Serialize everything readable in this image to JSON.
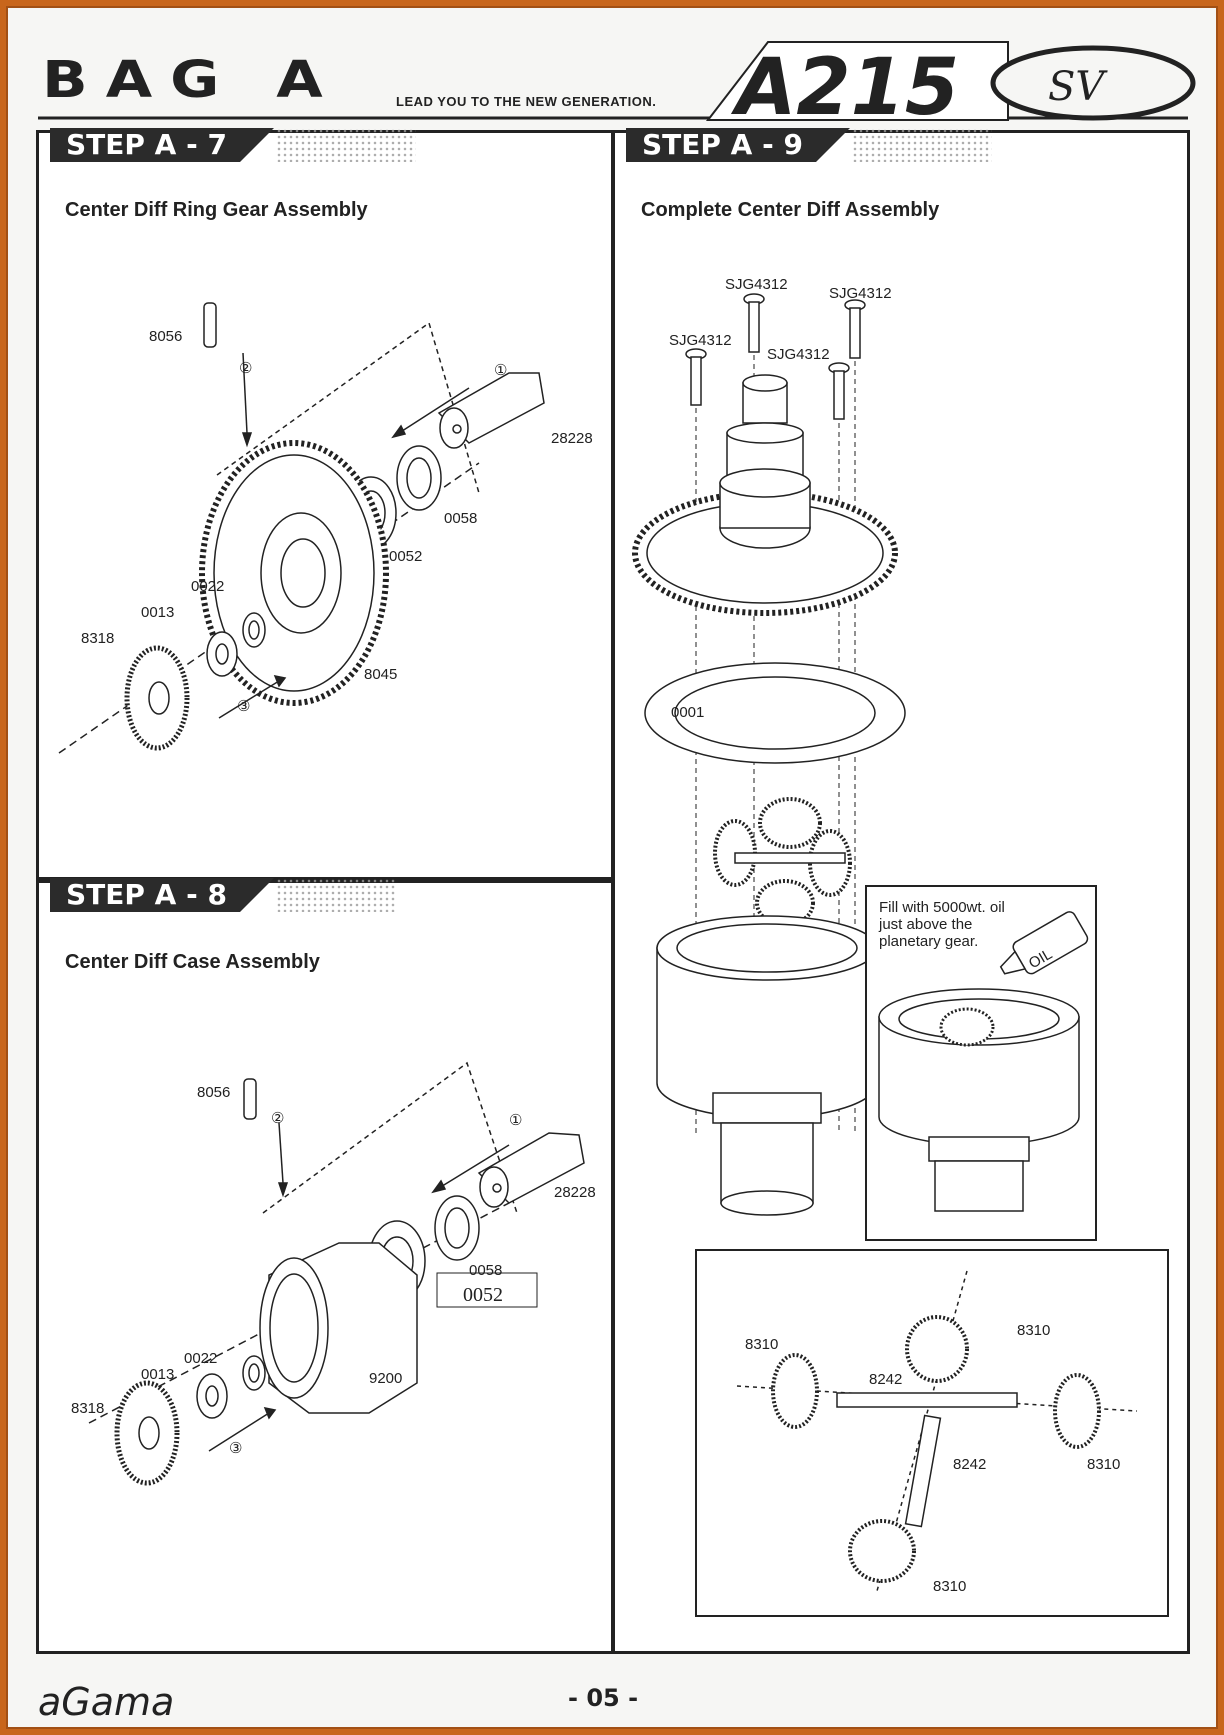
{
  "header": {
    "bag": "BAG A",
    "tagline": "LEAD YOU TO THE NEW GENERATION.",
    "model": "A215",
    "model_suffix": "SV"
  },
  "steps": {
    "a7": {
      "label": "STEP A - 7",
      "title": "Center Diff Ring Gear Assembly",
      "parts": {
        "pin": "8056",
        "outdrive": "28228",
        "bearing_small": "0058",
        "bearing_large": "0052",
        "washer_small": "0022",
        "washer_large": "0013",
        "bevel": "8318",
        "ring_gear": "8045"
      },
      "order": [
        "①",
        "②",
        "③"
      ]
    },
    "a8": {
      "label": "STEP A - 8",
      "title": "Center Diff Case Assembly",
      "parts": {
        "pin": "8056",
        "outdrive": "28228",
        "bearing_small": "0058",
        "bearing_large": "0052",
        "washer_small": "0022",
        "washer_large": "0013",
        "bevel": "8318",
        "case": "9200"
      },
      "order": [
        "①",
        "②",
        "③"
      ]
    },
    "a9": {
      "label": "STEP A - 9",
      "title": "Complete Center Diff Assembly",
      "parts": {
        "screw1": "SJG4312",
        "screw2": "SJG4312",
        "screw3": "SJG4312",
        "screw4": "SJG4312",
        "gasket": "0001"
      },
      "note": {
        "line1": "Fill with 5000wt. oil",
        "line2": "just above the",
        "line3": "planetary gear."
      },
      "oil_label": "OIL",
      "planetary": {
        "gear_tl": "8310",
        "gear_tr": "8310",
        "gear_r": "8310",
        "gear_b": "8310",
        "shaft_long": "8242",
        "shaft_short": "8242"
      }
    }
  },
  "footer": {
    "brand": "aGama",
    "page": "- 05 -"
  }
}
